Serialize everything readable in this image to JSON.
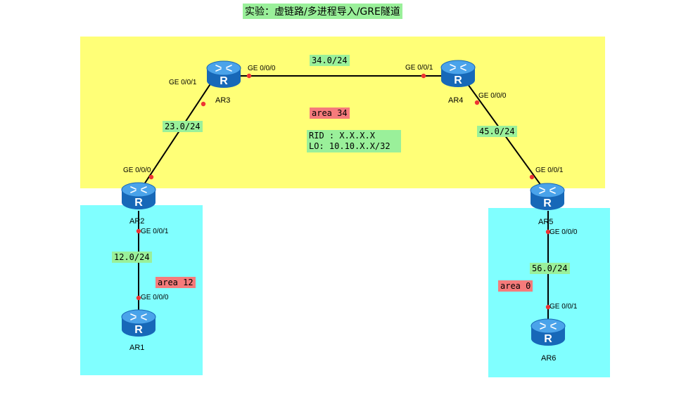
{
  "title": "实验：虚链路/多进程导入/GRE隧道",
  "routers": {
    "ar1": "AR1",
    "ar2": "AR2",
    "ar3": "AR3",
    "ar4": "AR4",
    "ar5": "AR5",
    "ar6": "AR6"
  },
  "router_glyph": "R",
  "ports": {
    "ar3_g001": "GE 0/0/1",
    "ar3_g000": "GE 0/0/0",
    "ar4_g001": "GE 0/0/1",
    "ar4_g000": "GE 0/0/0",
    "ar2_g000": "GE 0/0/0",
    "ar2_g001": "GE 0/0/1",
    "ar1_g000": "GE 0/0/0",
    "ar5_g001": "GE 0/0/1",
    "ar5_g000": "GE 0/0/0",
    "ar6_g001": "GE 0/0/1"
  },
  "networks": {
    "n34": "34.0/24",
    "n23": "23.0/24",
    "n45": "45.0/24",
    "n12": "12.0/24",
    "n56": "56.0/24"
  },
  "areas": {
    "area34": "area 34",
    "area12": "area 12",
    "area0": "area 0"
  },
  "rid": {
    "line1": "RID : X.X.X.X",
    "line2": "LO:  10.10.X.X/32"
  },
  "colors": {
    "area_yellow": "#ffff77",
    "area_cyan": "#80ffff",
    "label_green": "#9af09a",
    "label_red": "#f57b7b",
    "port_dot": "#ee3333",
    "router_blue": "#1f7fd0"
  }
}
